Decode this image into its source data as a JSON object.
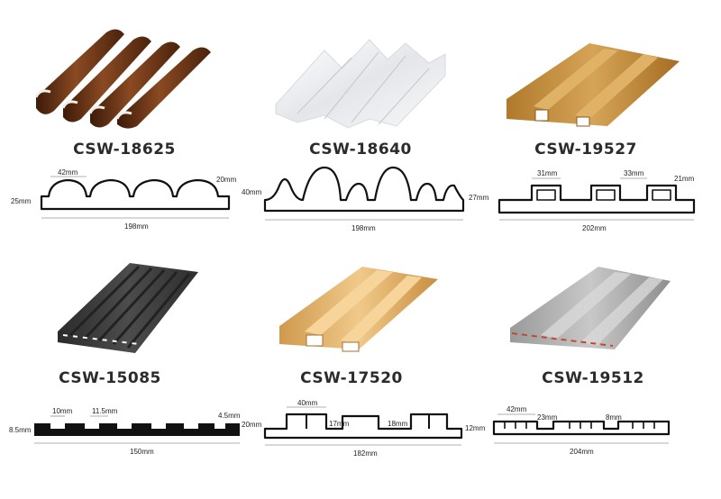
{
  "products": [
    {
      "code": "CSW-18625",
      "dims": {
        "width": "198mm",
        "height": "25mm",
        "unit": "42mm",
        "rib": "20mm"
      },
      "color": "#6b3516"
    },
    {
      "code": "CSW-18640",
      "dims": {
        "width": "198mm",
        "height": "40mm"
      },
      "color": "#f2f2f2"
    },
    {
      "code": "CSW-19527",
      "dims": {
        "width": "202mm",
        "height": "27mm",
        "unit": "31mm",
        "gap": "33mm",
        "rib": "21mm"
      },
      "color": "#c8953f"
    },
    {
      "code": "CSW-15085",
      "dims": {
        "width": "150mm",
        "height": "8.5mm",
        "a": "10mm",
        "b": "11.5mm",
        "c": "4.5mm"
      },
      "color": "#3c3c3c"
    },
    {
      "code": "CSW-17520",
      "dims": {
        "width": "182mm",
        "height": "20mm",
        "a": "40mm",
        "b": "17mm",
        "c": "18mm"
      },
      "color": "#deb06a"
    },
    {
      "code": "CSW-19512",
      "dims": {
        "width": "204mm",
        "height": "12mm",
        "a": "42mm",
        "b": "23mm",
        "c": "8mm"
      },
      "color": "#a9a9a9"
    }
  ]
}
